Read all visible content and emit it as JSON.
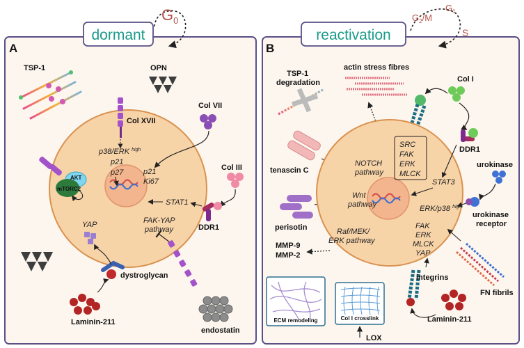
{
  "phases": {
    "g0": "G",
    "g0_sub": "0",
    "g1": "G",
    "g1_sub": "1",
    "g2m": "G",
    "g2m_sub": "2",
    "g2m_suffix": "/M",
    "s": "S"
  },
  "panel_a": {
    "letter": "A",
    "title": "dormant",
    "labels": {
      "tsp1": "TSP-1",
      "opn": "OPN",
      "col17": "Col XVII",
      "col7": "Col VII",
      "col3": "Col III",
      "akt": "AKT",
      "mtorc2": "mTORC2",
      "yap": "YAP",
      "ddr1": "DDR1",
      "dystroglycan": "dystroglycan",
      "laminin": "Laminin-211",
      "endostatin": "endostatin"
    },
    "cell_text": {
      "p38erk": "p38/ERK",
      "high": "high",
      "p21a": "p21",
      "p27": "p27",
      "p21b": "p21",
      "ki67": "Ki67",
      "stat1": "STAT1",
      "fakyap_1": "FAK-YAP",
      "fakyap_2": "pathway"
    }
  },
  "panel_b": {
    "letter": "B",
    "title": "reactivation",
    "labels": {
      "actin": "actin stress fibres",
      "tsp1deg_1": "TSP-1",
      "tsp1deg_2": "degradation",
      "col1": "Col I",
      "ddr1": "DDR1",
      "tenascin": "tenascin C",
      "urokinase": "urokinase",
      "uk_receptor_1": "urokinase",
      "uk_receptor_2": "receptor",
      "perisotin": "perisotin",
      "mmp9": "MMP-9",
      "mmp2": "MMP-2",
      "integrins": "integrins",
      "fn": "FN fibrils",
      "laminin": "Laminin-211",
      "ecm": "ECM remodeling",
      "colx": "Col I crosslink",
      "lox": "LOX"
    },
    "cell_text": {
      "src": "SRC",
      "fak": "FAK",
      "erk": "ERK",
      "mlck": "MLCK",
      "notch_1": "NOTCH",
      "notch_2": "pathway",
      "stat3": "STAT3",
      "wnt_1": "Wnt",
      "wnt_2": "pathway",
      "erkp38": "ERK/p38",
      "high": "high",
      "raf_1": "Raf/MEK/",
      "raf_2": "ERK pathway",
      "fak2": "FAK",
      "erk2": "ERK",
      "mlck2": "MLCK",
      "yap2": "YAP"
    }
  },
  "colors": {
    "cell_fill": "#f7d3a8",
    "cell_stroke": "#d9924f",
    "nucleus_fill": "#f2b58d",
    "title_text": "#1a9a8a",
    "phase_text": "#b5514a",
    "panel_border": "#5a4f87"
  }
}
